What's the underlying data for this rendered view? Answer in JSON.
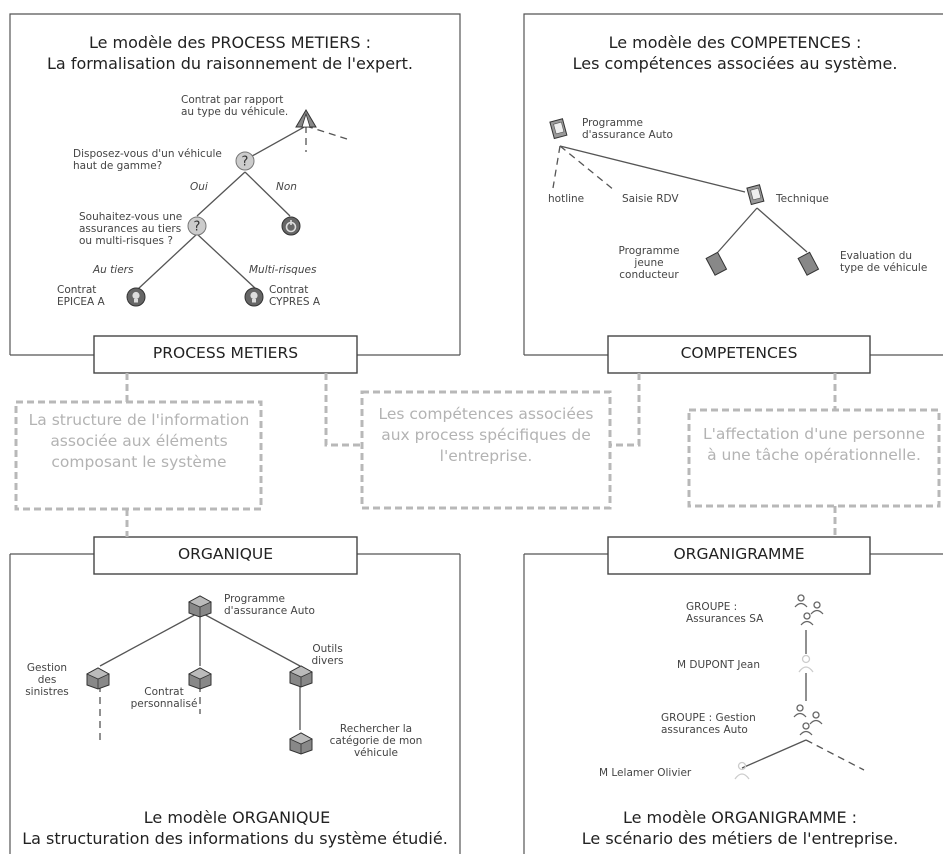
{
  "process": {
    "title1": "Le modèle des PROCESS METIERS :",
    "title2": "La formalisation du raisonnement de l'expert.",
    "n_contrat": "Contrat par rapport au type du véhicule.",
    "q1": "Disposez-vous d'un véhicule haut de gamme?",
    "oui": "Oui",
    "non": "Non",
    "q2": "Souhaitez-vous une assurances au tiers ou multi-risques ?",
    "au_tiers": "Au tiers",
    "multi": "Multi-risques",
    "c_epicea": "Contrat EPICEA A",
    "c_cypres": "Contrat CYPRES A",
    "label": "PROCESS METIERS"
  },
  "competences": {
    "title1": "Le modèle des COMPETENCES :",
    "title2": "Les compétences associées au système.",
    "root": "Programme d'assurance Auto",
    "hotline": "hotline",
    "saisie": "Saisie RDV",
    "technique": "Technique",
    "jeune": "Programme jeune conducteur",
    "evaluation": "Evaluation du type de véhicule",
    "label": "COMPETENCES"
  },
  "middle": {
    "structure": "La structure de l'information associée aux éléments composant le système",
    "competences_process": "Les compétences associées aux process spécifiques de l'entreprise.",
    "affectation": "L'affectation d'une personne à une tâche opérationnelle."
  },
  "organique": {
    "label": "ORGANIQUE",
    "root": "Programme d'assurance Auto",
    "gestion": "Gestion des sinistres",
    "contrat": "Contrat personnalisé",
    "outils": "Outils divers",
    "rechercher": "Rechercher la catégorie de mon véhicule",
    "title1": "Le modèle ORGANIQUE",
    "title2": "La structuration des informations du système étudié."
  },
  "organigramme": {
    "label": "ORGANIGRAMME",
    "groupe1": "GROUPE : Assurances SA",
    "dupont": "M DUPONT Jean",
    "groupe2": "GROUPE : Gestion assurances Auto",
    "lelamer": "M Lelamer Olivier",
    "title1": "Le modèle ORGANIGRAMME :",
    "title2": "Le scénario des métiers de l'entreprise."
  },
  "icons": {
    "question": "question-icon",
    "end": "end-icon",
    "bulb": "bulb-icon",
    "tent": "tent-icon",
    "book": "book-icon",
    "note": "note-icon",
    "package": "package-icon",
    "people": "people-group-icon",
    "person": "person-icon"
  },
  "colors": {
    "line": "#555555",
    "dashed_box": "#b8b8b8",
    "text": "#222222"
  }
}
